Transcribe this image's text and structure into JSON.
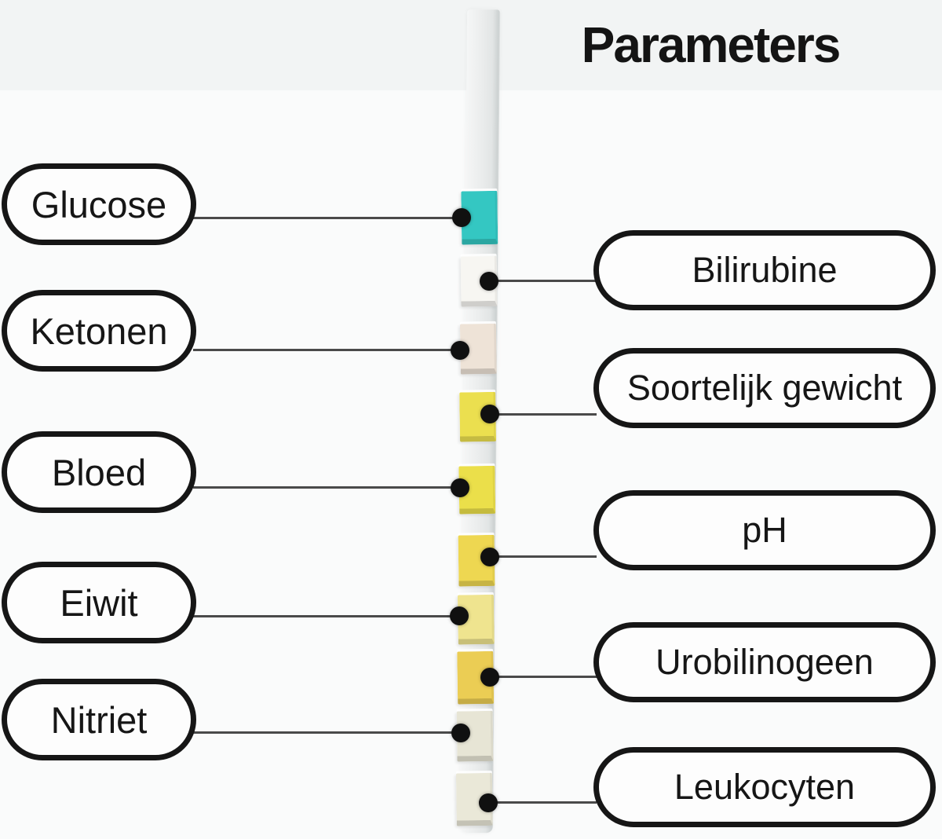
{
  "title": "Parameters",
  "left_labels": [
    {
      "label": "Glucose"
    },
    {
      "label": "Ketonen"
    },
    {
      "label": "Bloed"
    },
    {
      "label": "Eiwit"
    },
    {
      "label": "Nitriet"
    }
  ],
  "right_labels": [
    {
      "label": "Bilirubine"
    },
    {
      "label": "Soortelijk gewicht"
    },
    {
      "label": "pH"
    },
    {
      "label": "Urobilinogeen"
    },
    {
      "label": "Leukocyten"
    }
  ],
  "strip": {
    "pads": [
      {
        "analyte": "Glucose",
        "color": "#34c7c2"
      },
      {
        "analyte": "Bilirubine",
        "color": "#f7f6f2"
      },
      {
        "analyte": "Ketonen",
        "color": "#eee3d7"
      },
      {
        "analyte": "Soortelijk gewicht",
        "color": "#ebdf4f"
      },
      {
        "analyte": "Bloed",
        "color": "#ebdf4a"
      },
      {
        "analyte": "pH",
        "color": "#eed751"
      },
      {
        "analyte": "Eiwit",
        "color": "#efe48f"
      },
      {
        "analyte": "Urobilinogeen",
        "color": "#ebcd54"
      },
      {
        "analyte": "Nitriet",
        "color": "#e7e5d5"
      },
      {
        "analyte": "Leukocyten",
        "color": "#eae8d8"
      }
    ]
  },
  "colors": {
    "pill_outline": "#161616",
    "pill_fill": "#fdfdfd",
    "connector_line": "#4a4a4a",
    "connector_dot": "#101010",
    "background": "#fbfcfc"
  }
}
